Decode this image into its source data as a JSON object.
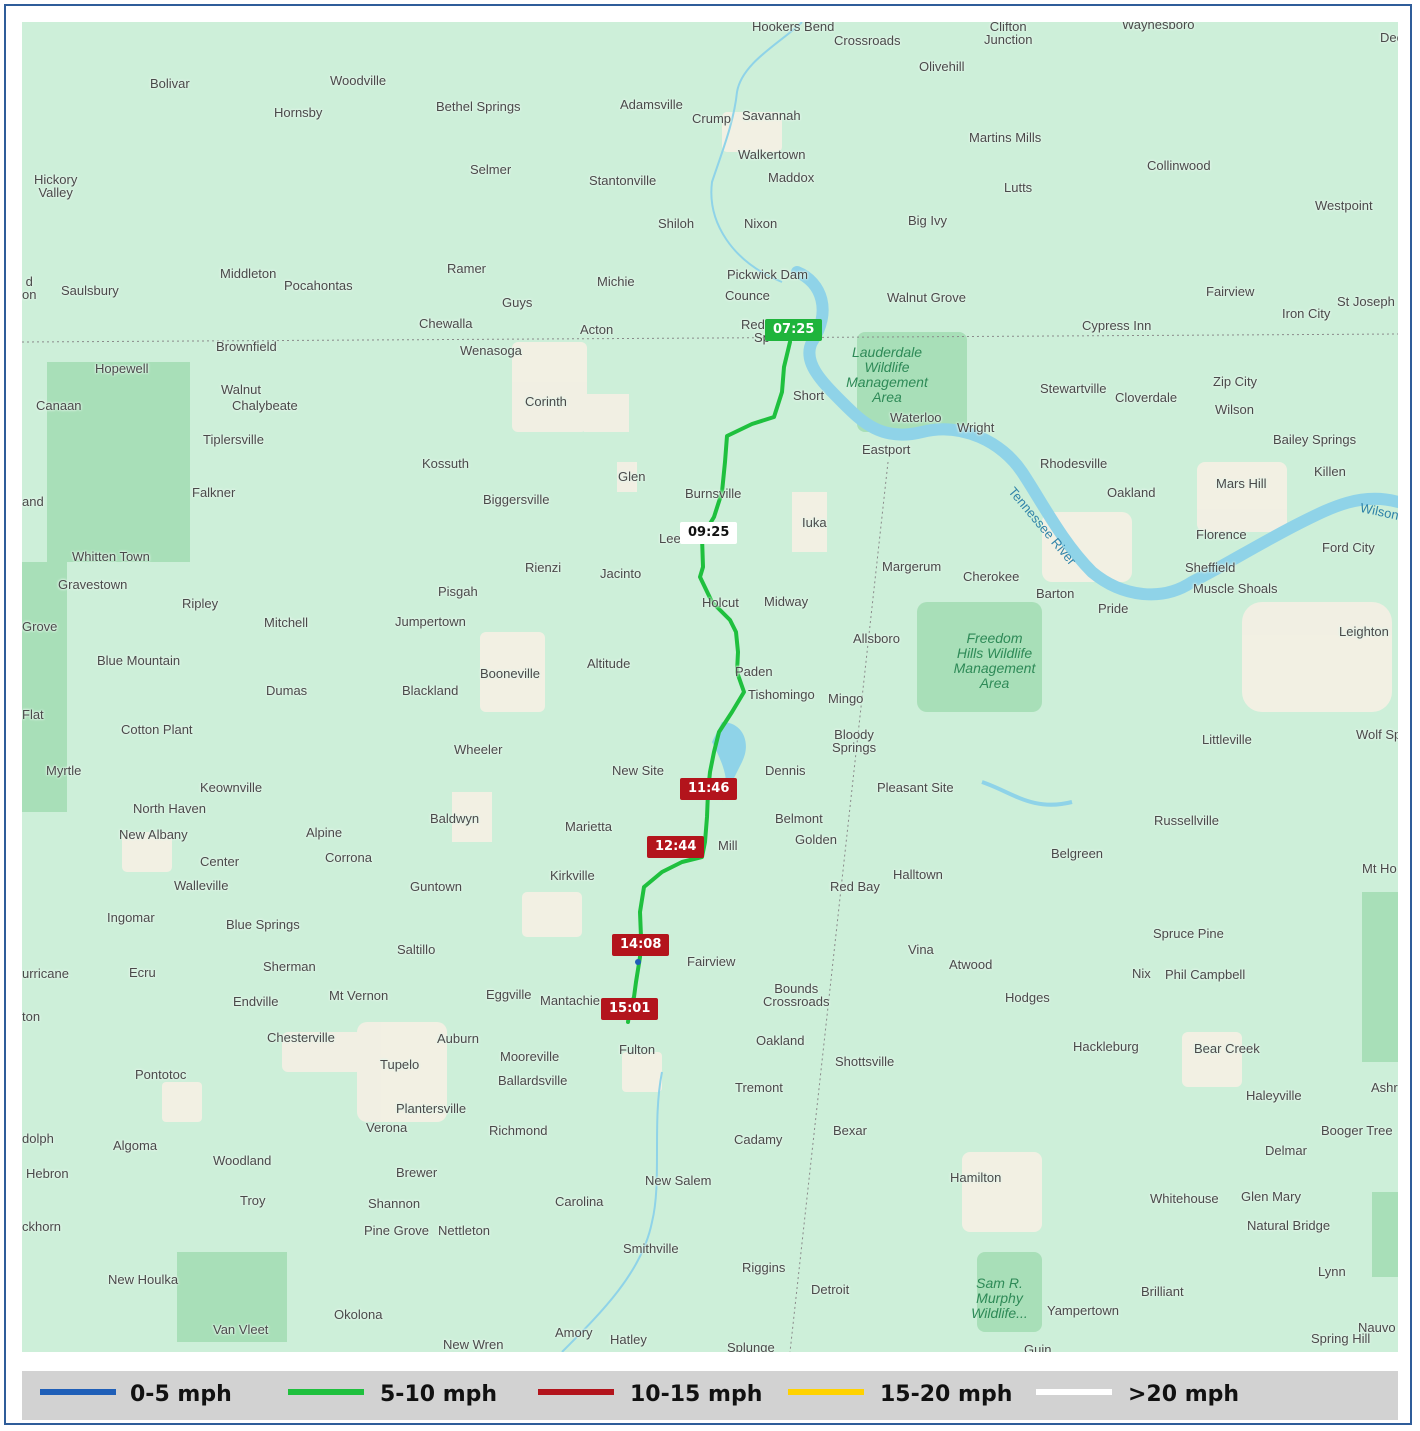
{
  "route_times": [
    {
      "text": "07:25",
      "style": "green"
    },
    {
      "text": "09:25",
      "style": "white"
    },
    {
      "text": "11:46",
      "style": "red"
    },
    {
      "text": "12:44",
      "style": "red"
    },
    {
      "text": "14:08",
      "style": "red"
    },
    {
      "text": "15:01",
      "style": "red"
    }
  ],
  "legend": [
    {
      "label": "0-5 mph",
      "color": "#1f5fb8"
    },
    {
      "label": "5-10 mph",
      "color": "#1fc03e"
    },
    {
      "label": "10-15 mph",
      "color": "#b3141c"
    },
    {
      "label": "15-20 mph",
      "color": "#ffd200"
    },
    {
      "label": ">20 mph",
      "color": "#ffffff"
    }
  ],
  "water_labels": [
    "Tennessee River",
    "Wilson La"
  ],
  "park_labels": [
    "Lauderdale\nWildlife\nManagement\nArea",
    "Freedom\nHills Wildlife\nManagement\nArea",
    "Sam R.\nMurphy\nWildlife..."
  ],
  "places": [
    "Hookers Bend",
    "Crossroads",
    "Clifton\nJunction",
    "Waynesboro",
    "Deerf",
    "Bolivar",
    "Woodville",
    "Hornsby",
    "Bethel Springs",
    "Adamsville",
    "Crump",
    "Savannah",
    "Olivehill",
    "Martins Mills",
    "Collinwood",
    "Walkertown",
    "Maddox",
    "Lutts",
    "Hickory\nValley",
    "Selmer",
    "Stantonville",
    "Westpoint",
    "Shiloh",
    "Nixon",
    "Big Ivy",
    "d\non",
    "Saulsbury",
    "Middleton",
    "Pocahontas",
    "Ramer",
    "Guys",
    "Michie",
    "Pickwick Dam",
    "Counce",
    "Walnut Grove",
    "Fairview",
    "St Joseph",
    "Iron City",
    "Chewalla",
    "Acton",
    "Red",
    "Sp",
    "Cypress Inn",
    "Brownfield",
    "Wenasoga",
    "Hopewell",
    "Walnut",
    "Chalybeate",
    "Canaan",
    "Corinth",
    "Short",
    "Stewartville",
    "Zip City",
    "Cloverdale",
    "Wilson",
    "Waterloo",
    "Wright",
    "Tiplersville",
    "Eastport",
    "Bailey Springs",
    "Kossuth",
    "Rhodesville",
    "Killen",
    "Glen",
    "Oakland",
    "Mars Hill",
    "Falkner",
    "Burnsville",
    "Biggersville",
    "and",
    "Iuka",
    "Lee",
    "Florence",
    "Ford City",
    "Whitten Town",
    "Rienzi",
    "Jacinto",
    "Margerum",
    "Cherokee",
    "Sheffield",
    "Gravestown",
    "Pisgah",
    "Barton",
    "Muscle Shoals",
    "Ripley",
    "Holcut",
    "Midway",
    "Pride",
    "Grove",
    "Mitchell",
    "Jumpertown",
    "Leighton",
    "Allsboro",
    "Altitude",
    "Blue Mountain",
    "Booneville",
    "Paden",
    "Dumas",
    "Blackland",
    "Tishomingo",
    "Mingo",
    "Flat",
    "Cotton Plant",
    "Bloody\nSprings",
    "Littleville",
    "Wolf Sp",
    "Wheeler",
    "Myrtle",
    "New Site",
    "Dennis",
    "Keownville",
    "Pleasant Site",
    "North Haven",
    "Baldwyn",
    "Belmont",
    "Russellville",
    "New Albany",
    "Alpine",
    "Marietta",
    "Golden",
    "Mill",
    "Belgreen",
    "Center",
    "Corrona",
    "Kirkville",
    "Halltown",
    "Mt Ho",
    "Walleville",
    "Guntown",
    "Red Bay",
    "Ingomar",
    "Blue Springs",
    "Spruce Pine",
    "Saltillo",
    "Vina",
    "Atwood",
    "urricane",
    "Ecru",
    "Sherman",
    "Fairview",
    "Nix",
    "Phil Campbell",
    "Endville",
    "Mt Vernon",
    "Eggville",
    "Mantachie",
    "Bounds\nCrossroads",
    "Hodges",
    "ton",
    "Chesterville",
    "Auburn",
    "Oakland",
    "Hackleburg",
    "Bear Creek",
    "Fulton",
    "Mooreville",
    "Tupelo",
    "Shottsville",
    "Pontotoc",
    "Ballardsville",
    "Tremont",
    "Ashr",
    "Haleyville",
    "Plantersville",
    "Verona",
    "Richmond",
    "Bexar",
    "Cadamy",
    "Booger Tree",
    "dolph",
    "Algoma",
    "Delmar",
    "Hebron",
    "Woodland",
    "Brewer",
    "Hamilton",
    "New Salem",
    "Troy",
    "Glen Mary",
    "Whitehouse",
    "Shannon",
    "Carolina",
    "ckhorn",
    "Pine Grove",
    "Nettleton",
    "Natural Bridge",
    "Smithville",
    "New Houlka",
    "Riggins",
    "Lynn",
    "Detroit",
    "Brilliant",
    "Yampertown",
    "Okolona",
    "Van Vleet",
    "Amory",
    "Nauvo",
    "Hatley",
    "Spring Hill",
    "New Wren",
    "Splunge",
    "Guin"
  ]
}
